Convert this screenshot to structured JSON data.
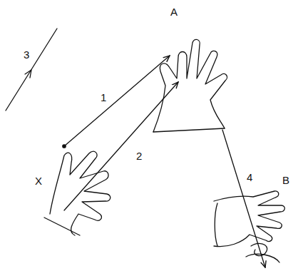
{
  "diagram": {
    "labels": [
      "A",
      "3",
      "1",
      "2",
      "4",
      "B",
      "X"
    ]
  }
}
